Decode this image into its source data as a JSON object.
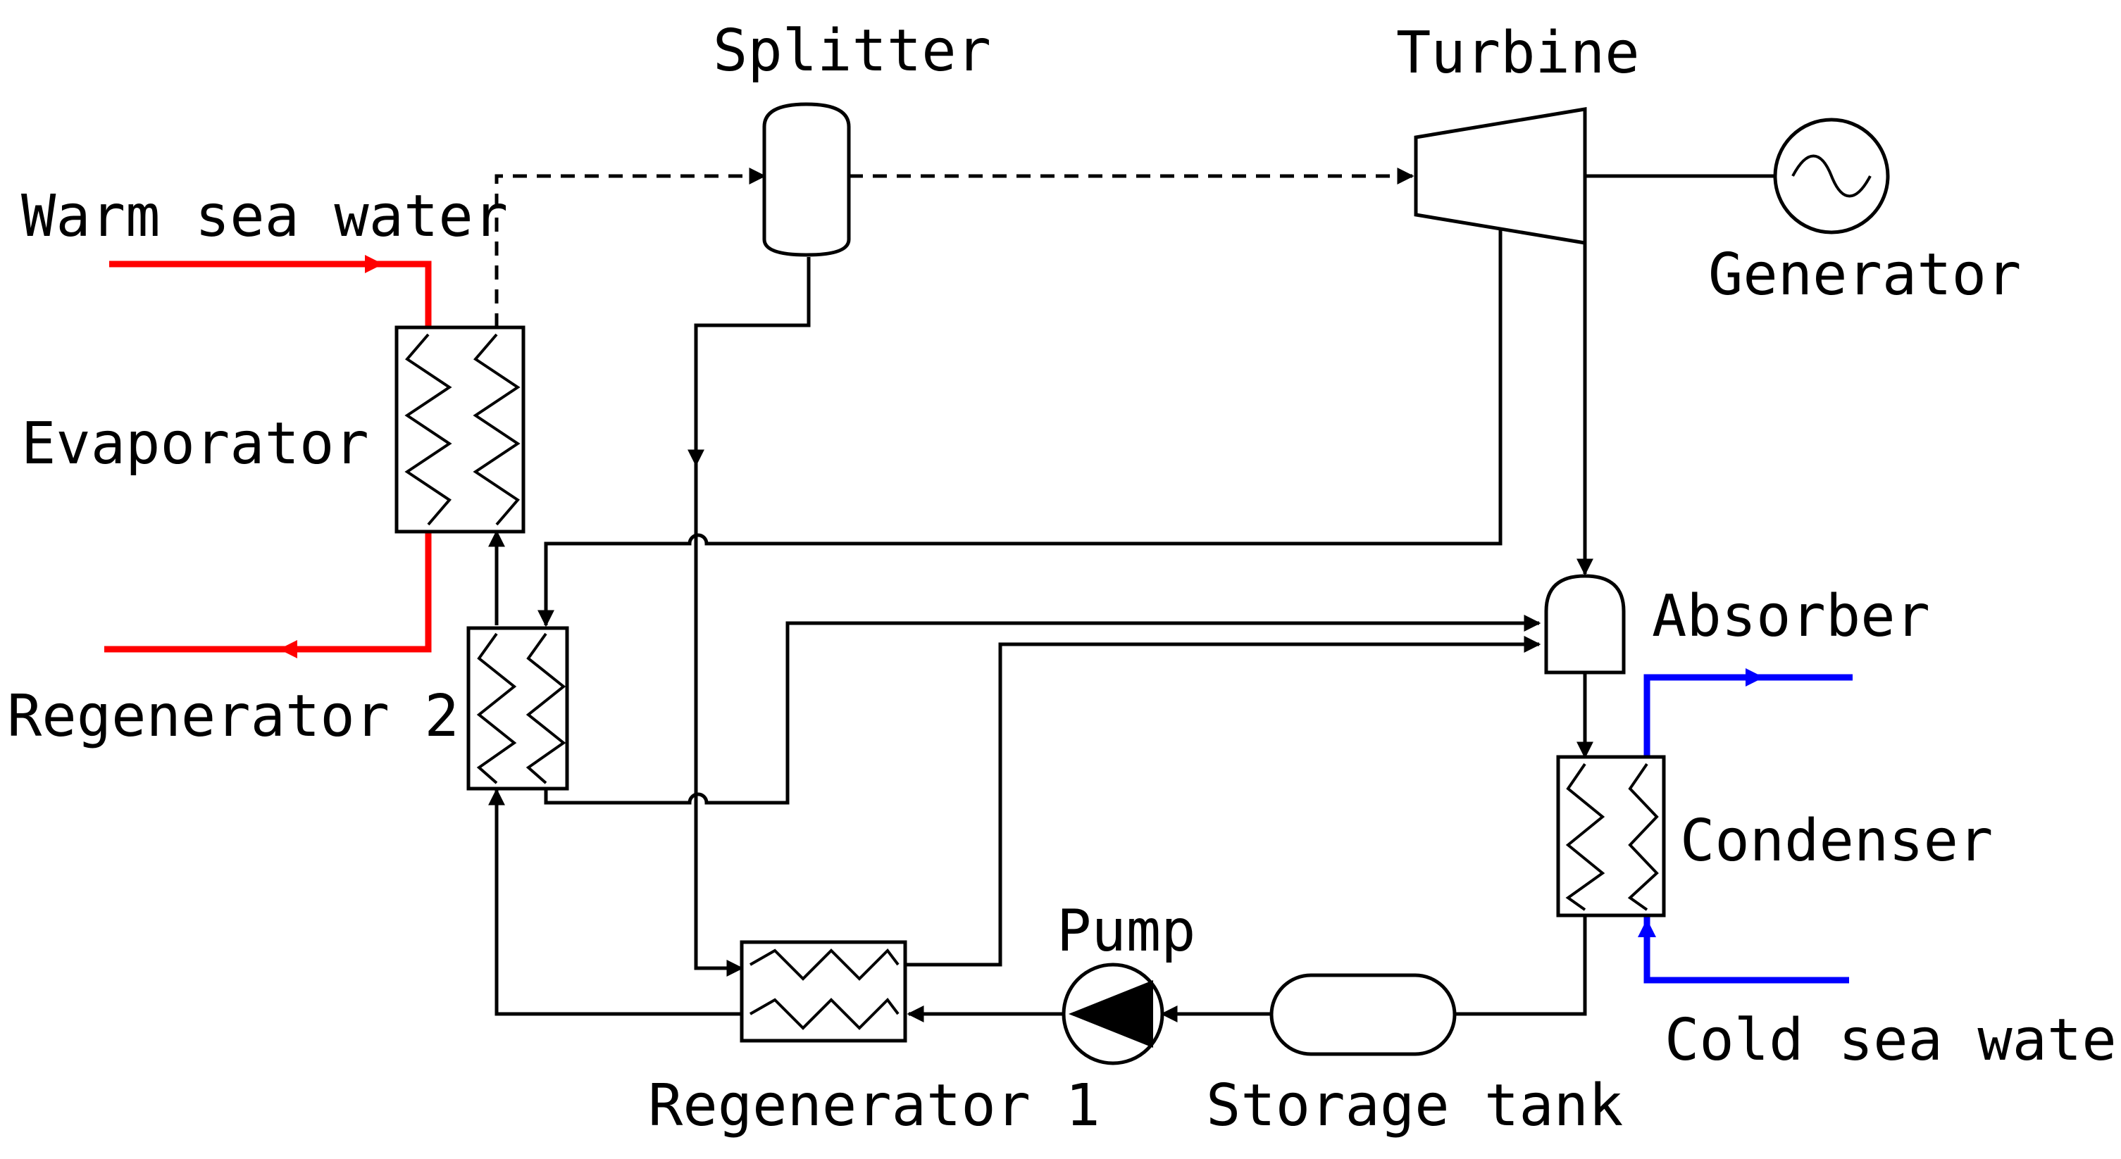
{
  "labels": {
    "warm_sea_water": "Warm sea water",
    "evaporator": "Evaporator",
    "regenerator_2": "Regenerator 2",
    "splitter": "Splitter",
    "turbine": "Turbine",
    "generator": "Generator",
    "absorber": "Absorber",
    "condenser": "Condenser",
    "cold_sea_water": "Cold sea water",
    "pump": "Pump",
    "regenerator_1": "Regenerator 1",
    "storage_tank": "Storage tank"
  },
  "colors": {
    "warm_water_line": "#ff0000",
    "cold_water_line": "#0000ff",
    "process_line": "#000000"
  },
  "line_styles": {
    "vapor_line": "dashed",
    "liquid_line": "solid"
  }
}
